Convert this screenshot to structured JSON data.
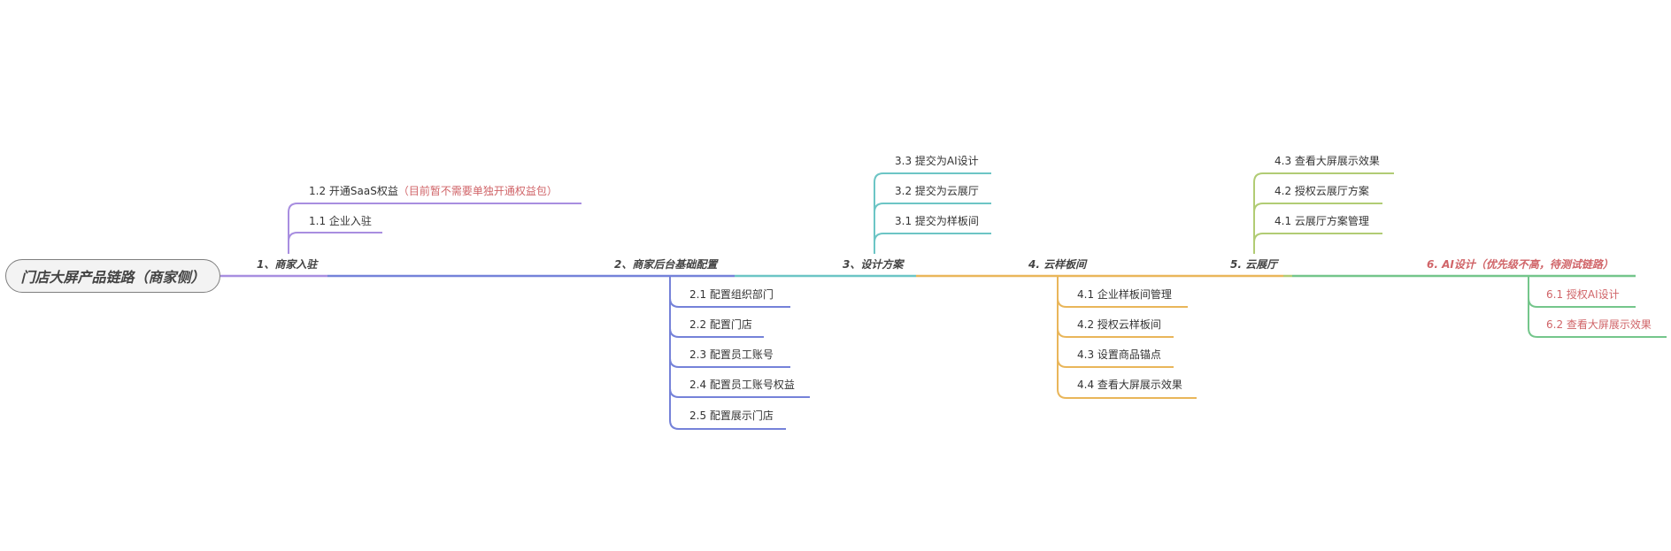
{
  "root": "门店大屏产品链路（商家侧）",
  "colors": {
    "b1": "#a88ee0",
    "b2": "#7582d9",
    "b3": "#6cc5c5",
    "b4": "#e9b65a",
    "b5": "#b1cc74",
    "b6": "#74c68b",
    "red": "#d06468"
  },
  "branches": {
    "b1": {
      "label": "1、商家入驻",
      "children": [
        "1.2 开通SaaS权益",
        "1.1 企业入驻"
      ],
      "note": "（目前暂不需要单独开通权益包）"
    },
    "b2": {
      "label": "2、商家后台基础配置",
      "children": [
        "2.1 配置组织部门",
        "2.2 配置门店",
        "2.3 配置员工账号",
        "2.4 配置员工账号权益",
        "2.5 配置展示门店"
      ]
    },
    "b3": {
      "label": "3、设计方案",
      "children": [
        "3.3 提交为AI设计",
        "3.2 提交为云展厅",
        "3.1 提交为样板间"
      ]
    },
    "b4": {
      "label": "4. 云样板间",
      "children": [
        "4.1 企业样板间管理",
        "4.2 授权云样板间",
        "4.3 设置商品锚点",
        "4.4 查看大屏展示效果"
      ]
    },
    "b5": {
      "label": "5. 云展厅",
      "children": [
        "4.3 查看大屏展示效果",
        "4.2 授权云展厅方案",
        "4.1 云展厅方案管理"
      ]
    },
    "b6": {
      "label": "6. AI设计（优先级不高，待测试链路）",
      "children": [
        "6.1 授权AI设计",
        "6.2 查看大屏展示效果"
      ]
    }
  }
}
